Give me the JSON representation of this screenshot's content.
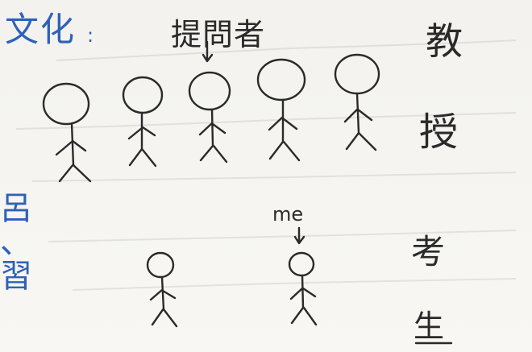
{
  "header": {
    "left_label": "文化",
    "colon": ":",
    "asker_label": "提問者"
  },
  "right_labels": {
    "teacher_line_1": "教",
    "teacher_line_2": "授",
    "examiner_line_1": "考",
    "examiner_line_2": "生"
  },
  "bottom": {
    "me_label": "me"
  },
  "left_margin": {
    "fragments": [
      "呂",
      "、",
      "習"
    ]
  },
  "colors": {
    "ink_black": "#2a2a2a",
    "ink_blue": "#2e62b8",
    "paper": "#f6f5f1"
  }
}
